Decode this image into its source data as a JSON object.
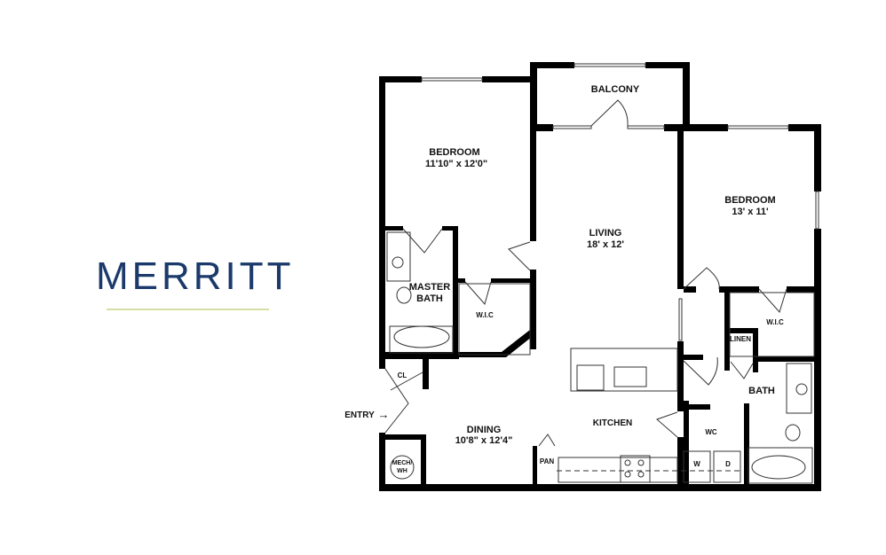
{
  "brand": {
    "name": "MERRITT",
    "color": "#1b3a6b",
    "rule_color": "#d4dfa6"
  },
  "floorplan": {
    "rooms": {
      "bedroom1": {
        "name": "BEDROOM",
        "size": "11'10\" x 12'0\""
      },
      "bedroom2": {
        "name": "BEDROOM",
        "size": "13' x 11'"
      },
      "living": {
        "name": "LIVING",
        "size": "18' x 12'"
      },
      "dining": {
        "name": "DINING",
        "size": "10'8\" x 12'4\""
      },
      "balcony": "BALCONY",
      "master_bath": "MASTER\nBATH",
      "master_bath_line1": "MASTER",
      "master_bath_line2": "BATH",
      "wic1": "W.I.C",
      "wic2": "W.I.C",
      "linen": "LINEN",
      "bath": "BATH",
      "kitchen": "KITCHEN",
      "wc": "WC",
      "washer": "W",
      "dryer": "D",
      "pantry": "PAN",
      "closet": "CL",
      "mech_line1": "MECH/",
      "mech_line2": "WH",
      "entry": "ENTRY"
    }
  }
}
